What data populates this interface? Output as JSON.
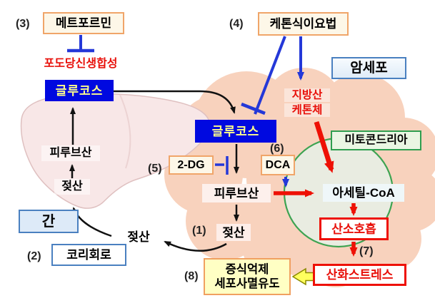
{
  "diagram": {
    "numbers": {
      "n1": "(1)",
      "n2": "(2)",
      "n3": "(3)",
      "n4": "(4)",
      "n5": "(5)",
      "n6": "(6)",
      "n7": "(7)",
      "n8": "(8)"
    },
    "nodes": {
      "metformin": "메트포르민",
      "gluconeogenesis": "포도당신생합성",
      "glucose_liver": "글루코스",
      "keto_diet": "케톤식이요법",
      "cancer_cell": "암세포",
      "fatty_acid": "지방산",
      "ketone_bodies": "케톤체",
      "glucose_cancer": "글루코스",
      "mitochondria": "미토콘드리아",
      "inhibitor_2dg": "2-DG",
      "dca": "DCA",
      "pyruvate_cancer": "피루브산",
      "acetyl_coa": "아세틸-CoA",
      "oxygen_respiration": "산소호흡",
      "oxidative_stress": "산화스트레스",
      "lactate_cancer": "젖산",
      "growth_inhibition": "증식억제",
      "apoptosis_induction": "세포사멸유도",
      "pyruvate_liver": "피루브산",
      "lactate_liver": "젖산",
      "lactate_shuttle": "젖산",
      "liver": "간",
      "cori_cycle": "코리회로"
    },
    "colors": {
      "glucose_box_bg": "#0009e0",
      "glucose_box_text": "#ffff8c",
      "orange_border": "#f0a569",
      "cream_bg": "#fdf7e8",
      "blue_border": "#4a80c0",
      "red": "#ee1005",
      "blue_line": "#2438d8",
      "cancer_blob": "#f8d2bd",
      "liver_fill": "#f8e7e7",
      "mitochondria_stroke": "#3da351",
      "yellow_box_bg": "#ffffc4"
    }
  }
}
